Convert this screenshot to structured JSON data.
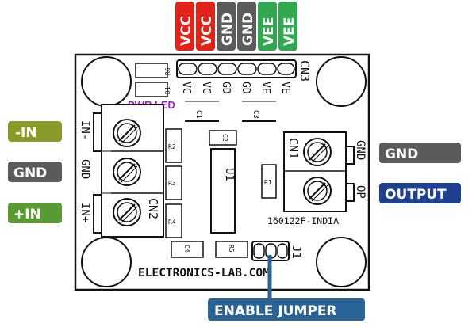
{
  "top_pins": [
    {
      "label": "VCC",
      "color": "#e2231a"
    },
    {
      "label": "VCC",
      "color": "#e2231a"
    },
    {
      "label": "GND",
      "color": "#5b5b5b"
    },
    {
      "label": "GND",
      "color": "#5b5b5b"
    },
    {
      "label": "VEE",
      "color": "#2fa84f"
    },
    {
      "label": "VEE",
      "color": "#2fa84f"
    }
  ],
  "left_tags": [
    {
      "label": "-IN",
      "color": "#8a9a2a"
    },
    {
      "label": "GND",
      "color": "#5b5b5b"
    },
    {
      "label": "+IN",
      "color": "#5a9a34"
    }
  ],
  "right_tags": [
    {
      "label": "GND",
      "color": "#5b5b5b"
    },
    {
      "label": "OUTPUT",
      "color": "#1f3f8f"
    }
  ],
  "bottom_tag": {
    "label": "ENABLE JUMPER",
    "color": "#2a6496"
  },
  "pwr_led": {
    "label": "PWR LED",
    "color": "#a020c0"
  },
  "board": {
    "header_pin_labels": [
      "VC",
      "VC",
      "GD",
      "GD",
      "VE",
      "VE"
    ],
    "cn3": "CN3",
    "cn1": "CN1",
    "cn2": "CN2",
    "cn1_gnd": "GND",
    "cn1_op": "OP",
    "cn2_in_minus": "IN-",
    "cn2_gnd": "GND",
    "cn2_in_plus": "IN+",
    "r6": "R6",
    "d1": "D1",
    "c1": "C1",
    "c2": "C2",
    "c3": "C3",
    "c4": "C4",
    "r1": "R1",
    "r2": "R2",
    "r3": "R3",
    "r4": "R4",
    "r5": "R5",
    "u1": "U1",
    "j1": "J1",
    "part_no": "160122F-INDIA",
    "brand": "ELECTRONICS-LAB.COM"
  }
}
